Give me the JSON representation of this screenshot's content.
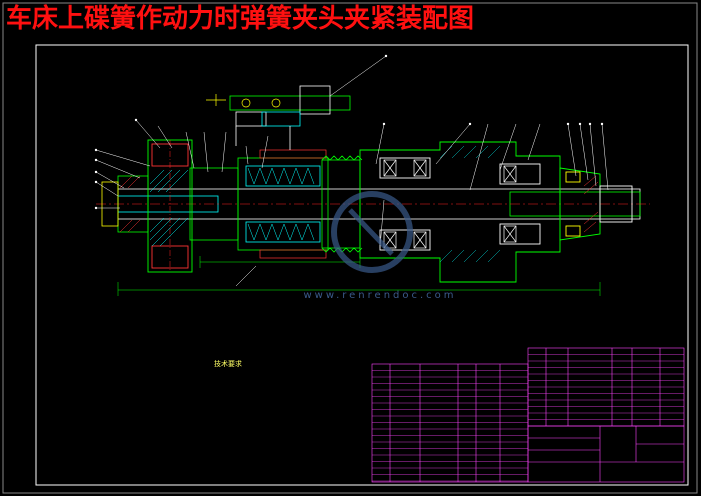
{
  "title": "车床上碟簧作动力时弹簧夹头夹紧装配图",
  "watermark": {
    "url": "www.renrendoc.com"
  },
  "technical_notes": {
    "heading": "技术要求"
  },
  "colors": {
    "background": "#000000",
    "title": "#ff1010",
    "frame": "#ffffff",
    "outline": "#00ff00",
    "hatch": "#00ffff",
    "center_line": "#ff2020",
    "title_block": "#ff44ff",
    "leader": "#ffffff",
    "watermark": "#3a5a8a"
  }
}
